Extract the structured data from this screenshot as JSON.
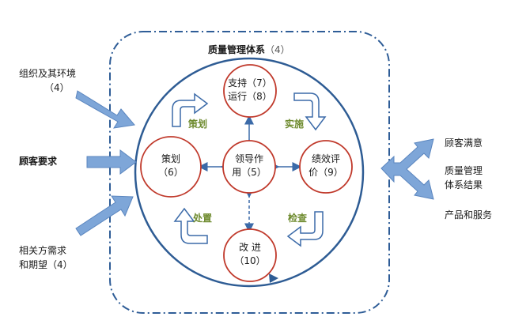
{
  "system": {
    "title": "质量管理体系",
    "num": "（4）"
  },
  "inputs": {
    "org": [
      "组织及其环境",
      "（4）"
    ],
    "customer": "顾客要求",
    "parties": [
      "相关方需求",
      "和期望（4）"
    ]
  },
  "outputs": {
    "satisfaction": "顾客满意",
    "results": [
      "质量管理",
      "体系结果"
    ],
    "products": "产品和服务"
  },
  "circles": {
    "support": [
      "支持（7）",
      "运行（8）"
    ],
    "plan": [
      "策划",
      "（6）"
    ],
    "leadership": [
      "领导作",
      "用（5）"
    ],
    "performance": [
      "绩效评",
      "价（9）"
    ],
    "improve": [
      "改  进",
      "（10）"
    ]
  },
  "cycle": {
    "plan": "策划",
    "do": "实施",
    "check": "检查",
    "act": "处置"
  },
  "colors": {
    "dash": "#2f5d97",
    "arrow": "#7ea6d8",
    "arrow_stroke": "#5b86bf",
    "circle": "#c0392b",
    "ring": "#2e5c94",
    "cycle_label": "#6d8a2d"
  }
}
